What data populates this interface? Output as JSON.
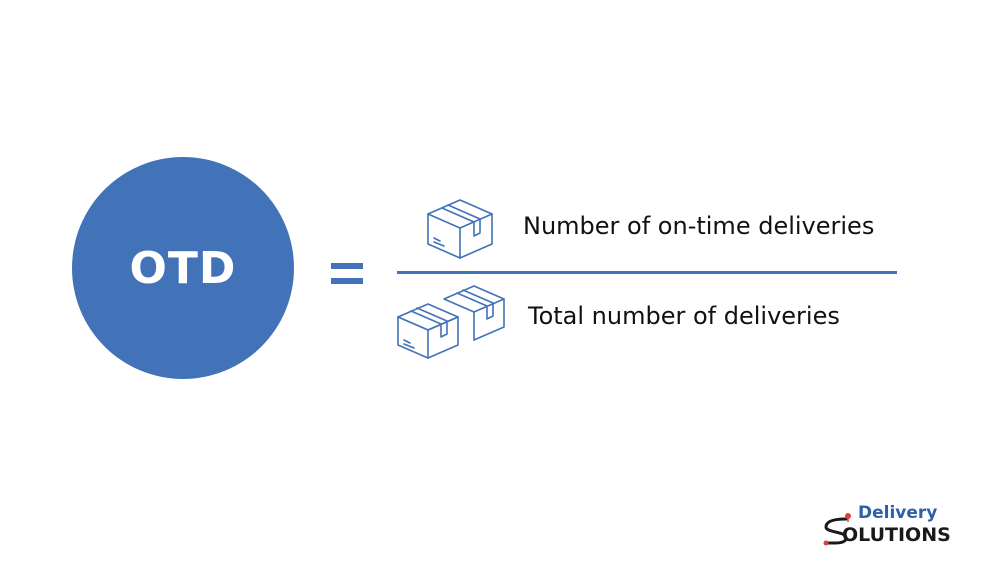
{
  "formula": {
    "lhs": "OTD",
    "operator": "=",
    "numerator": "Number of on-time deliveries",
    "denominator": "Total number of deliveries"
  },
  "icons": {
    "numerator": "single-box-icon",
    "denominator": "two-boxes-icon",
    "logo_mark": "pin-route-icon"
  },
  "logo": {
    "line1": "Delivery",
    "line2": "OLUTIONS"
  },
  "colors": {
    "accent": "#4272b8",
    "text": "#111111",
    "logo_blue": "#2f5fa6",
    "logo_red": "#d9413b"
  }
}
